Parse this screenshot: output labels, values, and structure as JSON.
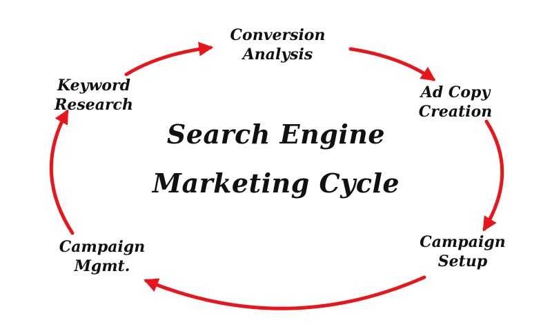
{
  "title": {
    "line1": "Search Engine",
    "line2": "Marketing Cycle"
  },
  "stages": [
    {
      "line1": "Conversion",
      "line2": "Analysis"
    },
    {
      "line1": "Ad Copy",
      "line2": "Creation"
    },
    {
      "line1": "Campaign",
      "line2": "Setup"
    },
    {
      "line1": "Campaign",
      "line2": "Mgmt."
    },
    {
      "line1": "Keyword",
      "line2": "Research"
    }
  ],
  "colors": {
    "arrow": "#e8151b",
    "text": "#111111",
    "background": "#ffffff"
  }
}
